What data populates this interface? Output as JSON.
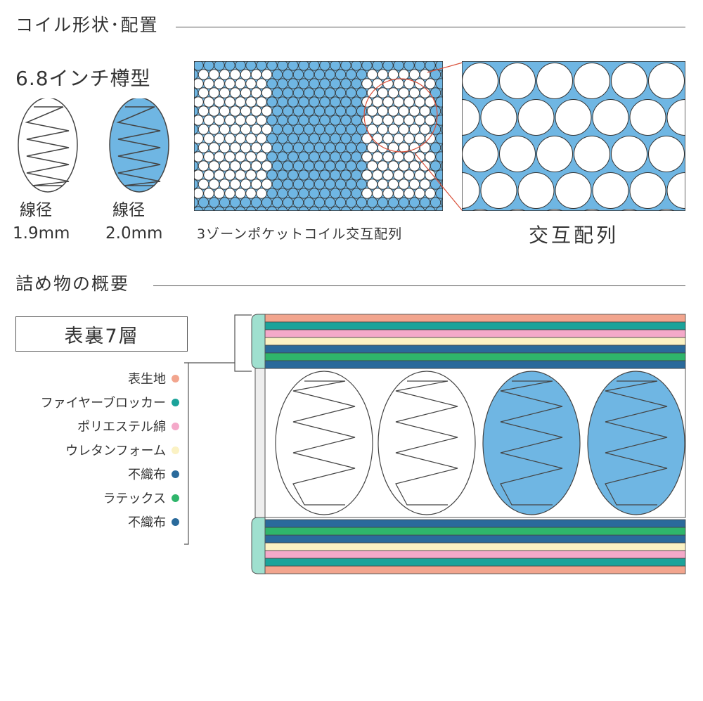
{
  "coil_section": {
    "title": "コイル形状･配置",
    "coil_heading": "6.8インチ樽型",
    "coils": [
      {
        "label": "線径",
        "value": "1.9mm",
        "fill": "#ffffff"
      },
      {
        "label": "線径",
        "value": "2.0mm",
        "fill": "#6fb6e3"
      }
    ],
    "pattern_caption": "3ゾーンポケットコイル交互配列",
    "zoom_caption": "交互配列"
  },
  "filling_section": {
    "title": "詰め物の概要",
    "layer_box_label": "表裏7層",
    "layers": [
      {
        "name": "表生地",
        "color": "#f2a58e"
      },
      {
        "name": "ファイヤーブロッカー",
        "color": "#1ba39a"
      },
      {
        "name": "ポリエステル綿",
        "color": "#f4a9c9"
      },
      {
        "name": "ウレタンフォーム",
        "color": "#fbf2c4"
      },
      {
        "name": "不織布",
        "color": "#2a6a9b"
      },
      {
        "name": "ラテックス",
        "color": "#2fb56b"
      },
      {
        "name": "不織布",
        "color": "#2a6a9b"
      }
    ]
  },
  "colors": {
    "coil_blue": "#6fb6e3",
    "accent_red": "#d9503a",
    "edge_mint": "#9fe0cf",
    "line": "#555555"
  }
}
